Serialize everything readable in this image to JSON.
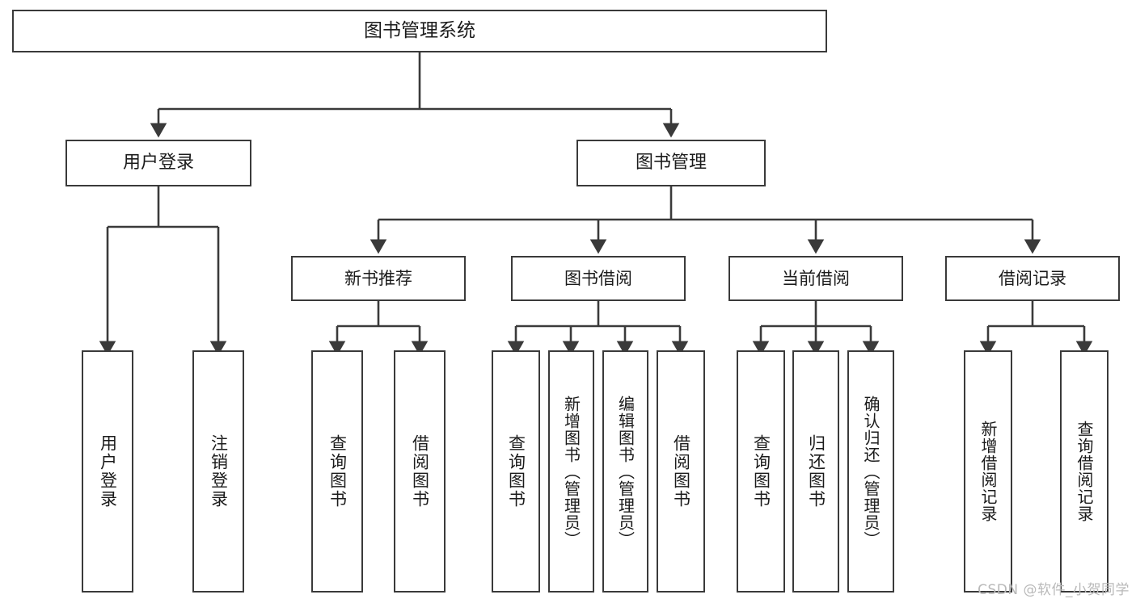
{
  "diagram": {
    "title": "图书管理系统",
    "watermark": "CSDN @软件_小贺同学",
    "colors": {
      "background": "#ffffff",
      "border": "#3a3a3a",
      "line": "#3a3a3a",
      "text": "#1b1b1b",
      "watermark": "#b9b9b9"
    },
    "nodes": {
      "root": {
        "label": "图书管理系统"
      },
      "level1": [
        {
          "id": "user-login",
          "label": "用户登录"
        },
        {
          "id": "book-management",
          "label": "图书管理"
        }
      ],
      "level2": [
        {
          "id": "new-book-recommend",
          "label": "新书推荐"
        },
        {
          "id": "book-borrow",
          "label": "图书借阅"
        },
        {
          "id": "current-borrow",
          "label": "当前借阅"
        },
        {
          "id": "borrow-record",
          "label": "借阅记录"
        }
      ],
      "leaves": {
        "user_login": [
          {
            "id": "leaf-user-login",
            "label": "用户登录"
          },
          {
            "id": "leaf-logout-login",
            "label": "注销登录"
          }
        ],
        "new_book_recommend": [
          {
            "id": "leaf-query-book-1",
            "label": "查询图书"
          },
          {
            "id": "leaf-borrow-book-1",
            "label": "借阅图书"
          }
        ],
        "book_borrow": [
          {
            "id": "leaf-query-book-2",
            "label": "查询图书"
          },
          {
            "id": "leaf-add-book",
            "label": "新增图书（管理员）"
          },
          {
            "id": "leaf-edit-book",
            "label": "编辑图书（管理员）"
          },
          {
            "id": "leaf-borrow-book-2",
            "label": "借阅图书"
          }
        ],
        "current_borrow": [
          {
            "id": "leaf-query-book-3",
            "label": "查询图书"
          },
          {
            "id": "leaf-return-book",
            "label": "归还图书"
          },
          {
            "id": "leaf-confirm-return",
            "label": "确认归还（管理员）"
          }
        ],
        "borrow_record": [
          {
            "id": "leaf-add-record",
            "label": "新增借阅记录"
          },
          {
            "id": "leaf-query-record",
            "label": "查询借阅记录"
          }
        ]
      }
    }
  }
}
